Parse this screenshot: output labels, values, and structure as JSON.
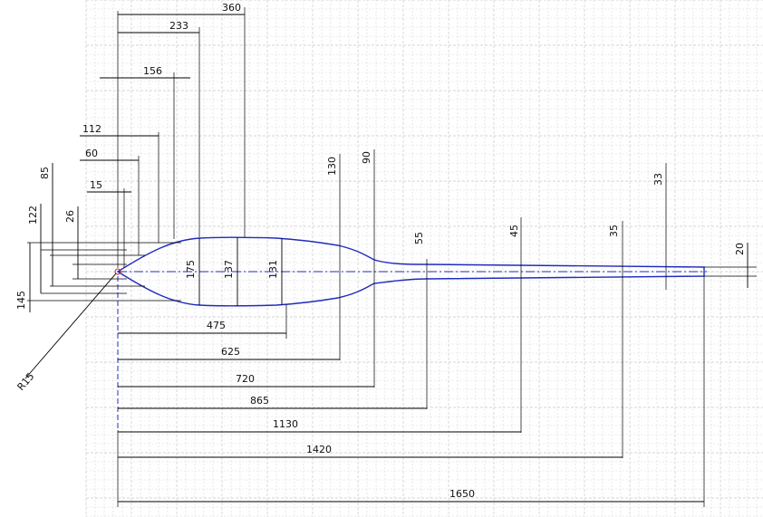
{
  "colors": {
    "outline": "#1f2bbd",
    "dimension": "#000000",
    "grid": "#d0d0d0",
    "origin": "#d02020"
  },
  "top_dims": [
    "360",
    "233",
    "156",
    "112",
    "60",
    "15"
  ],
  "bottom_dims": [
    "475",
    "625",
    "720",
    "865",
    "1130",
    "1420",
    "1650"
  ],
  "section_dims": [
    "175",
    "137",
    "131"
  ],
  "vertical_dims": [
    "130",
    "90",
    "55",
    "45",
    "35",
    "33",
    "20"
  ],
  "left_dims": [
    "85",
    "122",
    "26",
    "145"
  ],
  "radius": "R15"
}
